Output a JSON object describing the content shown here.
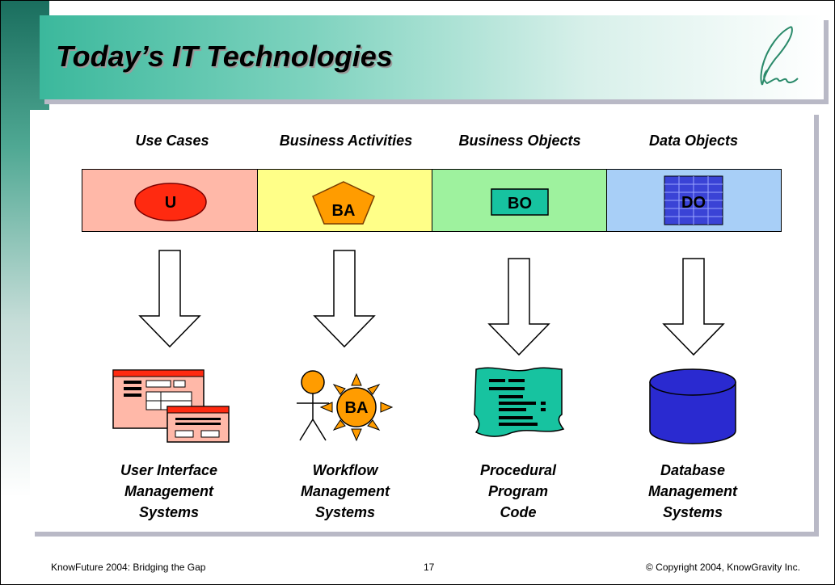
{
  "slide": {
    "title": "Today’s IT Technologies",
    "columns": [
      {
        "header": "Use Cases",
        "badge": "U",
        "caption": "User Interface\nManagement\nSystems",
        "band_color": "#ffb8a8"
      },
      {
        "header": "Business Activities",
        "badge": "BA",
        "caption": "Workflow\nManagement\nSystems",
        "band_color": "#ffff88"
      },
      {
        "header": "Business Objects",
        "badge": "BO",
        "caption": "Procedural\nProgram\nCode",
        "band_color": "#9ef29e"
      },
      {
        "header": "Data Objects",
        "badge": "DO",
        "caption": "Database\nManagement\nSystems",
        "band_color": "#a8cff7"
      }
    ]
  },
  "footer": {
    "left": "KnowFuture 2004: Bridging the Gap",
    "page": "17",
    "right": "© Copyright 2004, KnowGravity Inc."
  },
  "colors": {
    "title_gradient_start": "#3bb89c",
    "ellipse_red": "#ff2a10",
    "pentagon_orange": "#ff9c00",
    "bo_teal": "#17c3a0",
    "grid_blue": "#3a43d6",
    "db_blue": "#2a2ad0"
  },
  "icons": [
    "pen-logo-icon",
    "ui-windows-icon",
    "actor-sun-icon",
    "code-scroll-icon",
    "database-cylinder-icon"
  ]
}
